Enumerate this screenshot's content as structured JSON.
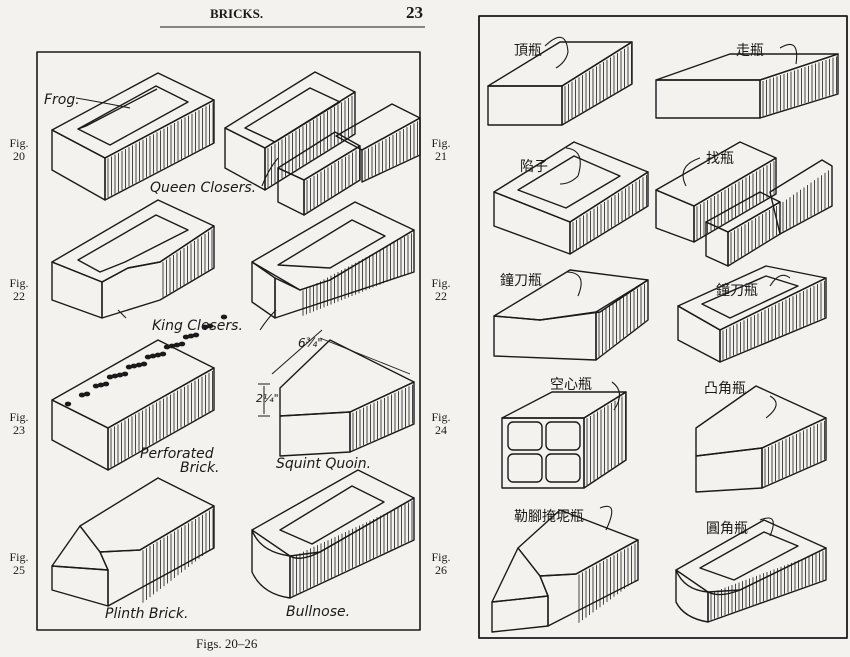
{
  "header": {
    "title": "BRICKS.",
    "page_number": "23"
  },
  "caption": "Figs. 20–26",
  "left_panel": {
    "frog_label": "Frog.",
    "queen_closers": "Queen Closers.",
    "king_closers": "King Closers.",
    "perforated_line1": "Perforated",
    "perforated_line2": "Brick.",
    "squint_quoin": "Squint Quoin.",
    "plinth_brick": "Plinth Brick.",
    "bullnose": "Bullnose.",
    "dim_top": "6¾\"",
    "dim_side": "2¼\""
  },
  "fig_labels": [
    {
      "fig": "Fig.",
      "num": "20"
    },
    {
      "fig": "Fig.",
      "num": "21"
    },
    {
      "fig": "Fig.",
      "num": "22"
    },
    {
      "fig": "Fig.",
      "num": "22"
    },
    {
      "fig": "Fig.",
      "num": "23"
    },
    {
      "fig": "Fig.",
      "num": "24"
    },
    {
      "fig": "Fig.",
      "num": "25"
    },
    {
      "fig": "Fig.",
      "num": "26"
    }
  ],
  "right_panel": {
    "labels": [
      "頂瓶",
      "走瓶",
      "陷子",
      "找瓶",
      "鐘刀瓶",
      "鐘刀瓶",
      "空心瓶",
      "凸角瓶",
      "勒腳掩坭瓶",
      "圓角瓶"
    ]
  }
}
